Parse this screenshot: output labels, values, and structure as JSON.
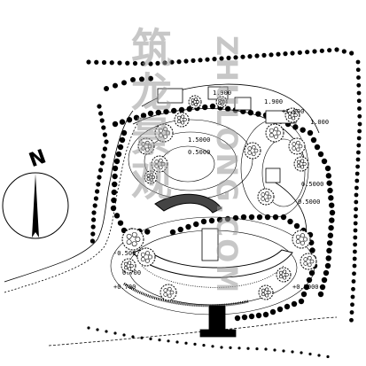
{
  "north_arrow": {
    "label": "N"
  },
  "elevations": [
    {
      "id": "e1",
      "text": "1.900"
    },
    {
      "id": "e2",
      "text": "1.900"
    },
    {
      "id": "e3",
      "text": "+1.000"
    },
    {
      "id": "e4",
      "text": "1.000"
    },
    {
      "id": "e5",
      "text": "1.5000"
    },
    {
      "id": "e6",
      "text": "0.5000"
    },
    {
      "id": "e7",
      "text": "0.5000"
    },
    {
      "id": "e8",
      "text": "0.5000"
    },
    {
      "id": "e9",
      "text": "-0.500"
    },
    {
      "id": "e10",
      "text": "0.700"
    },
    {
      "id": "e11",
      "text": "+0.700"
    },
    {
      "id": "e12",
      "text": "+0.5000"
    }
  ],
  "watermark": {
    "left_text": "筑龙景观",
    "right_text": "ZHULONG.COM"
  },
  "colors": {
    "ink": "#000000",
    "watermark": "#9a9a9a"
  }
}
